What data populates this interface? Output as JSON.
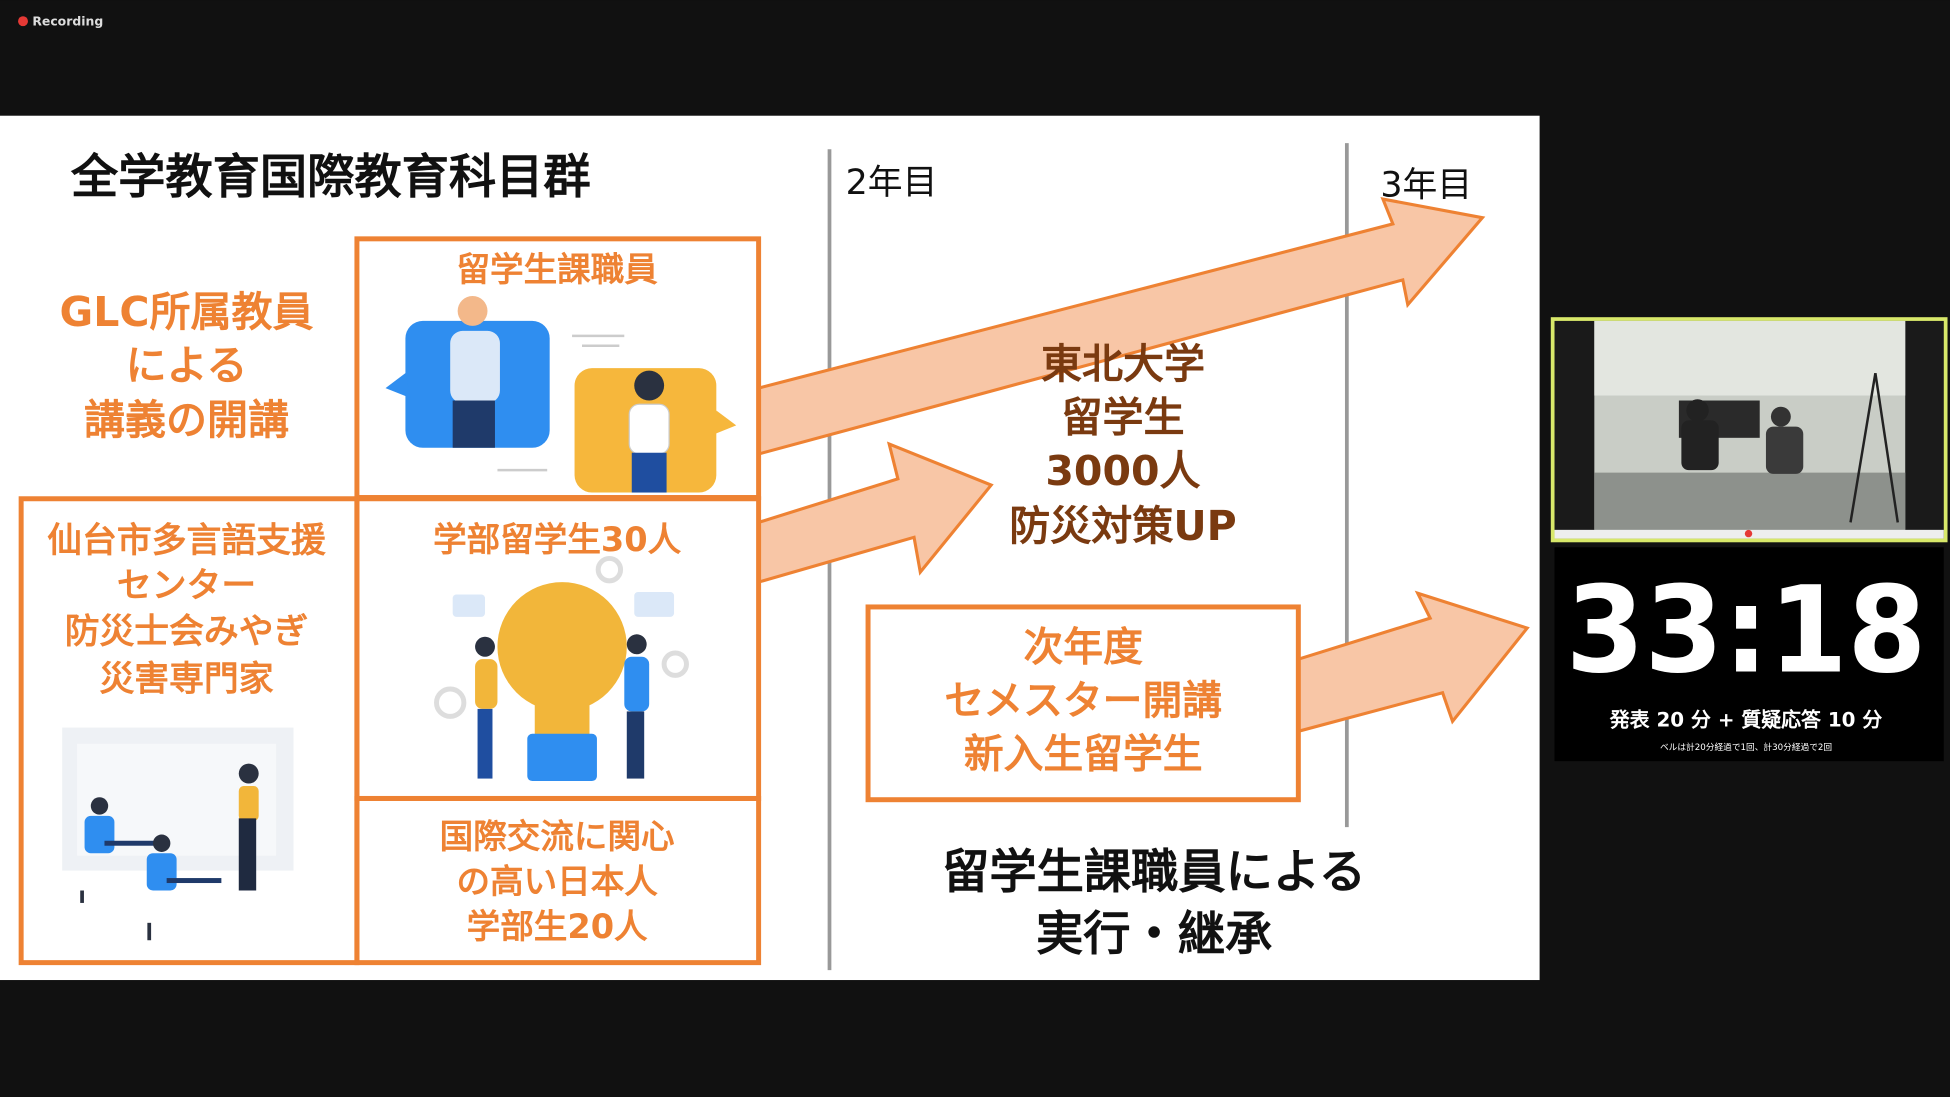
{
  "recording": {
    "label": "Recording",
    "dot_color": "#e53935"
  },
  "slide": {
    "title": "全学教育国際教育科目群",
    "year2": "2年目",
    "year3": "3年目",
    "glc_lines": [
      "GLC所属教員",
      "による",
      "講義の開講"
    ],
    "sendai_lines": [
      "仙台市多言語支援",
      "センター",
      "防災士会みやぎ",
      "災害専門家"
    ],
    "staff_label": "留学生課職員",
    "students_label": "学部留学生30人",
    "japanese_lines": [
      "国際交流に関心",
      "の高い日本人",
      "学部生20人"
    ],
    "center_lines": [
      "東北大学",
      "留学生",
      "3000人",
      "防災対策UP"
    ],
    "next_lines": [
      "次年度",
      "セメスター開講",
      "新入生留学生"
    ],
    "bottom_lines": [
      "留学生課職員による",
      "実行・継承"
    ],
    "accent_color": "#ee8233",
    "arrow_fill": "#f8c6a6"
  },
  "timer": {
    "time": "33:18",
    "rule": "発表 20 分 + 質疑応答 10 分",
    "bell_note": "ベルは計20分経過で1回、計30分経過で2回"
  }
}
